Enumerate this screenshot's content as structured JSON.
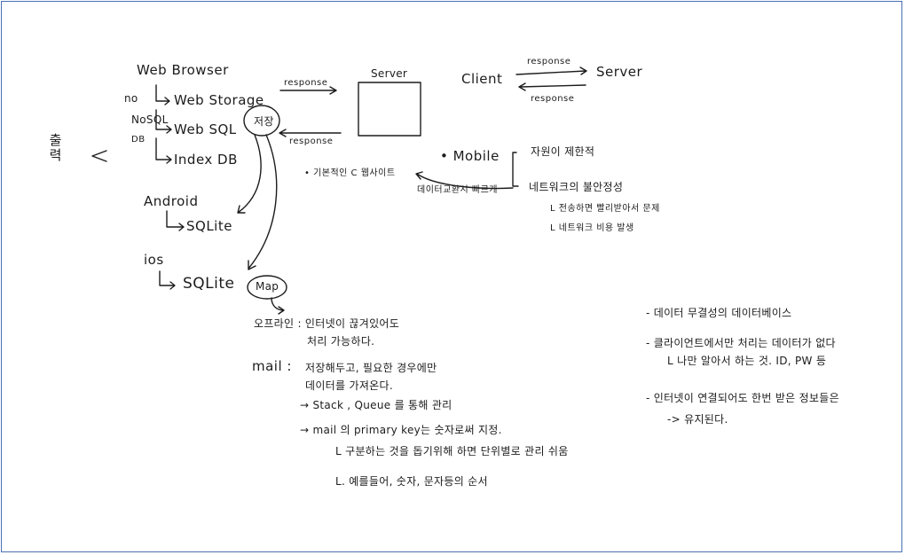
{
  "web_storage": {
    "title": "Web Browser",
    "side_no": "no",
    "side_nosql": "NoSQL",
    "side_db": "DB",
    "item1": "Web Storage",
    "item2": "Web SQL",
    "item3": "Index DB",
    "bubble": "저장",
    "left_vertical": "출력",
    "left_arrow": "<="
  },
  "server_box": {
    "label": "Server",
    "arrow_top": "response",
    "arrow_bottom": "response",
    "under_note": "• 기본적인 C 웹사이트",
    "under_arrow": "데이터교환시 빠르게"
  },
  "client_server": {
    "client": "Client",
    "server": "Server",
    "top": "response",
    "bottom": "response"
  },
  "mobile": {
    "label": "• Mobile",
    "item1": "자원이 제한적",
    "item2": "네트워크의 불안정성",
    "sub1": "L 전송하면 빨리받아서 문제",
    "sub2": "L 네트워크 비용 발생"
  },
  "android": {
    "title": "Android",
    "sqlite": "SQLite"
  },
  "ios": {
    "title": "ios",
    "sqlite": "SQLite",
    "bubble": "Map"
  },
  "notes_left": {
    "line1": "오프라인 : 인터넷이 끊겨있어도",
    "line2": "처리 가능하다.",
    "mail_label": "mail :",
    "mail1": "저장해두고, 필요한 경우에만",
    "mail2": "데이터를 가져온다.",
    "stack": "→ Stack , Queue 를 통해 관리",
    "pk": "→ mail 의 primary key는 숫자로써 지정.",
    "l1": "L 구분하는 것을 돕기위해 하면 단위별로 관리 쉬움",
    "l2": "L. 예를들어, 숫자, 문자등의 순서"
  },
  "notes_right": {
    "r1": "- 데이터 무결성의 데이터베이스",
    "r2": "- 클라이언트에서만 처리는 데이터가 없다",
    "r3": "L 나만 알아서 하는 것. ID, PW 등",
    "r4": "- 인터넷이 연결되어도 한번 받은 정보들은",
    "r5": "-> 유지된다."
  }
}
